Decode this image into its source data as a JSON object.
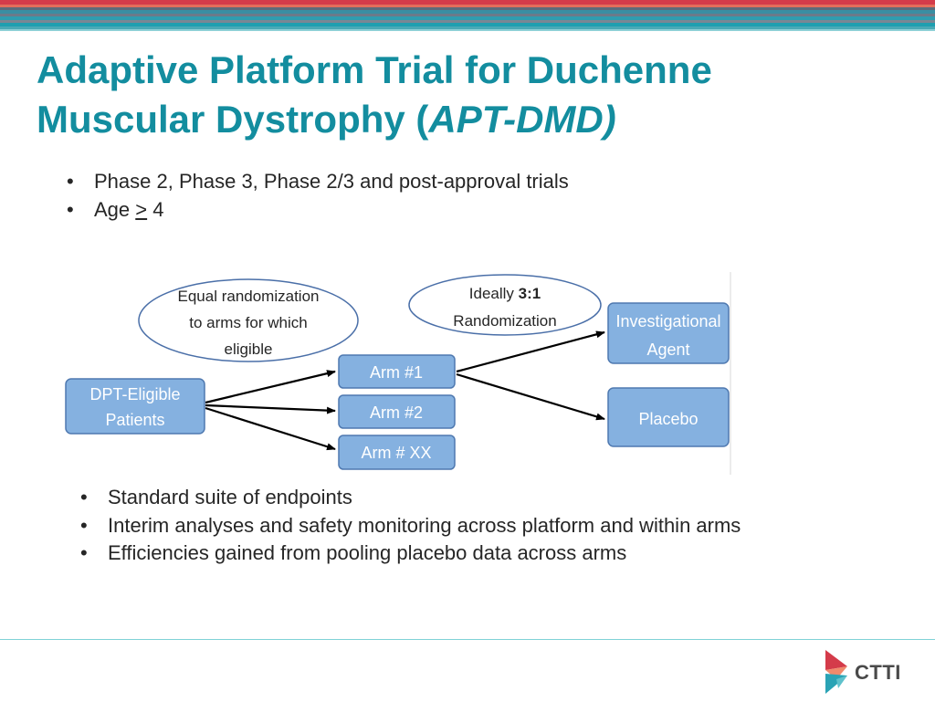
{
  "slide": {
    "title_line1": "Adaptive Platform Trial for Duchenne",
    "title_line2_prefix": "Muscular Dystrophy (",
    "title_line2_italic": "APT-DMD)",
    "top_bullets": [
      "Phase 2, Phase 3, Phase 2/3 and post-approval trials"
    ],
    "age_bullet": {
      "prefix": "Age ",
      "symbol": ">",
      "suffix": " 4"
    },
    "bottom_bullets": [
      "Standard suite of endpoints",
      "Interim analyses and safety monitoring across platform and within arms",
      "Efficiencies gained from pooling placebo data across arms"
    ]
  },
  "diagram": {
    "nodes": {
      "patients": [
        "DPT-Eligible",
        "Patients"
      ],
      "arm1": "Arm #1",
      "arm2": "Arm #2",
      "armxx": "Arm # XX",
      "agent": [
        "Investigational",
        "Agent"
      ],
      "placebo": "Placebo"
    },
    "callouts": {
      "equal": [
        "Equal randomization",
        "to arms for which",
        "eligible"
      ],
      "ratio_prefix": "Ideally ",
      "ratio_bold": "3:1",
      "ratio_line2": "Randomization"
    },
    "colors": {
      "node_fill": "#85b1e0",
      "node_stroke": "#4f79b0",
      "ellipse_stroke": "#4a6fa8",
      "arrow": "#000000",
      "title": "#138d9f"
    }
  },
  "logo": {
    "text": "CTTI"
  }
}
